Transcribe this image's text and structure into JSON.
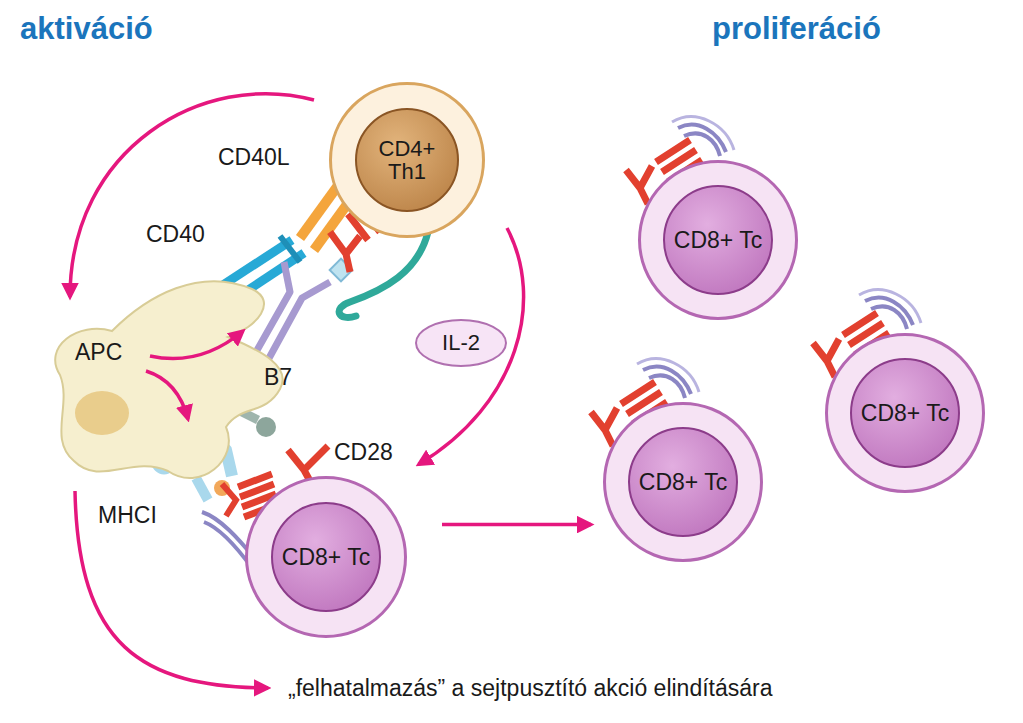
{
  "diagram": {
    "nodes": [
      {
        "text": [
          "CD4+ Th1"
        ]
      },
      {
        "text": [
          "CD8+ Tc"
        ]
      },
      {
        "text": [
          "APC"
        ]
      },
      {
        "text": [
          "IL-2"
        ]
      },
      {
        "text": [
          "CD8+ Tc"
        ]
      },
      {
        "text": [
          "CD8+ Tc"
        ]
      },
      {
        "text": [
          "CD8+ Tc"
        ]
      }
    ],
    "edges": [
      {
        "from": 0,
        "to": 2,
        "arrow": "to"
      },
      {
        "from": 0,
        "to": 6,
        "arrow": "to"
      },
      {
        "from": 6,
        "to": 5,
        "arrow": "to"
      }
    ],
    "labels": [
      "aktiváció",
      "proliferáció",
      "CD40L",
      "CD40",
      "B7",
      "CD28",
      "MHCI",
      "„felhatalmazás” a sejtpusztító akció elindítására"
    ]
  }
}
